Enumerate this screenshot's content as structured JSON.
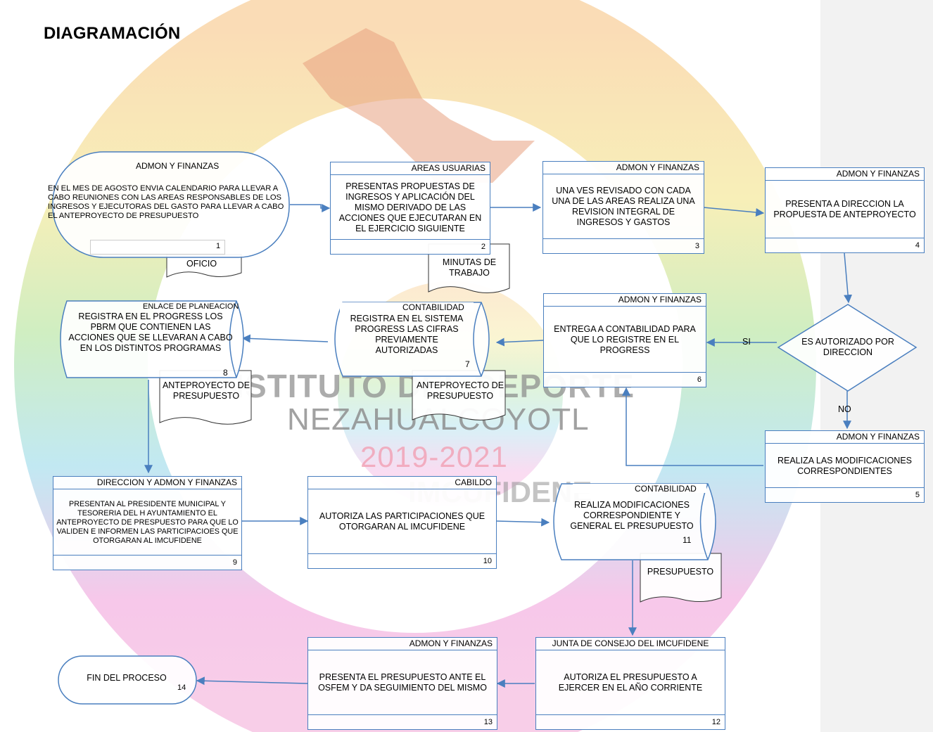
{
  "title": "DIAGRAMACIÓN",
  "watermark": {
    "line1": "INSTITUTO DEL DEPORTE",
    "line2": "NEZAHUALCOYOTL",
    "line3": "2019-2021",
    "line4": "IMCUFIDENE"
  },
  "steps": [
    {
      "id": "1",
      "actor": "ADMON Y FINANZAS",
      "text": "EN EL MES DE AGOSTO ENVIA CALENDARIO PARA LLEVAR A CABO REUNIONES CON LAS AREAS RESPONSABLES DE LOS INGRESOS Y EJECUTORAS DEL GASTO PARA LLEVAR A CABO EL ANTEPROYECTO DE PRESUPUESTO",
      "number": "1"
    },
    {
      "id": "2",
      "actor": "AREAS USUARIAS",
      "text": "PRESENTAS PROPUESTAS DE INGRESOS Y APLICACIÓN DEL MISMO DERIVADO DE LAS ACCIONES QUE EJECUTARAN EN EL EJERCICIO SIGUIENTE",
      "number": "2"
    },
    {
      "id": "3",
      "actor": "ADMON Y FINANZAS",
      "text": "UNA VES REVISADO CON CADA UNA DE LAS AREAS REALIZA UNA REVISION INTEGRAL DE INGRESOS Y GASTOS",
      "number": "3"
    },
    {
      "id": "4",
      "actor": "ADMON Y FINANZAS",
      "text": "PRESENTA A DIRECCION LA PROPUESTA DE ANTEPROYECTO",
      "number": "4"
    },
    {
      "id": "5",
      "actor": "ADMON Y FINANZAS",
      "text": "REALIZA LAS MODIFICACIONES CORRESPONDIENTES",
      "number": "5"
    },
    {
      "id": "6",
      "actor": "ADMON Y FINANZAS",
      "text": "ENTREGA A CONTABILIDAD PARA QUE LO REGISTRE EN EL PROGRESS",
      "number": "6"
    },
    {
      "id": "7",
      "actor": "CONTABILIDAD",
      "text": "REGISTRA EN EL SISTEMA PROGRESS LAS CIFRAS PREVIAMENTE AUTORIZADAS",
      "number": "7"
    },
    {
      "id": "8",
      "actor": "ENLACE DE PLANEACION",
      "text": "REGISTRA EN EL PROGRESS LOS PBRM QUE CONTIENEN LAS ACCIONES QUE SE LLEVARAN A CABO EN LOS DISTINTOS PROGRAMAS",
      "number": "8"
    },
    {
      "id": "9",
      "actor": "DIRECCION Y ADMON Y FINANZAS",
      "text": "PRESENTAN AL PRESIDENTE MUNICIPAL Y TESORERIA DEL H AYUNTAMIENTO EL ANTEPROYECTO DE PRESPUESTO PARA QUE LO VALIDEN E INFORMEN LAS PARTICIPACIOES QUE OTORGARAN AL IMCUFIDENE",
      "number": "9"
    },
    {
      "id": "10",
      "actor": "CABILDO",
      "text": "AUTORIZA LAS PARTICIPACIONES QUE OTORGARAN AL IMCUFIDENE",
      "number": "10"
    },
    {
      "id": "11",
      "actor": "CONTABILIDAD",
      "text": "REALIZA MODIFICACIONES CORRESPONDIENTE Y GENERAL EL PRESUPUESTO",
      "number": "11"
    },
    {
      "id": "12",
      "actor": "JUNTA DE CONSEJO DEL IMCUFIDENE",
      "text": "AUTORIZA EL PRESUPUESTO A EJERCER EN EL AÑO CORRIENTE",
      "number": "12"
    },
    {
      "id": "13",
      "actor": "ADMON Y FINANZAS",
      "text": "PRESENTA EL PRESUPUESTO ANTE EL OSFEM Y DA SEGUIMIENTO DEL MISMO",
      "number": "13"
    },
    {
      "id": "14",
      "actor": "",
      "text": "FIN DEL PROCESO",
      "number": "14"
    }
  ],
  "decision": {
    "text": "ES AUTORIZADO POR DIRECCION",
    "yes": "SI",
    "no": "NO"
  },
  "documents": {
    "d1": "OFICIO",
    "d2": "MINUTAS DE TRABAJO",
    "d7": "ANTEPROYECTO DE PRESUPUESTO",
    "d8": "ANTEPROYECTO DE PRESUPUESTO",
    "d11": "PRESUPUESTO"
  },
  "colors": {
    "line": "#4a7fbf",
    "panel": "#f2f2f2"
  }
}
